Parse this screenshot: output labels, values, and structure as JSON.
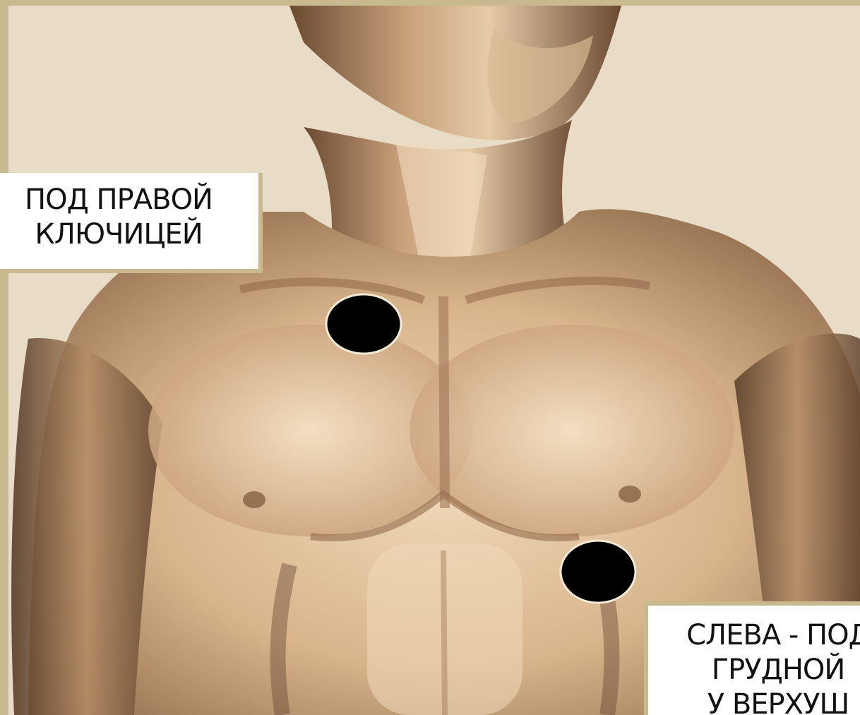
{
  "labels": {
    "right_clavicle": [
      "ПОД  ПРАВОЙ",
      "КЛЮЧИЦЕЙ"
    ],
    "left": [
      "СЛЕВА - ПОД",
      "ГРУДНОЙ",
      "У ВЕРХУШ"
    ]
  },
  "markers": [
    "electrode-right-subclavian",
    "electrode-left-apex"
  ],
  "colors": {
    "frame": "#c9b98e",
    "background": "#e9dcc6",
    "skin_light": "#f0d9b8",
    "skin_mid": "#c9a27a",
    "skin_dark": "#6b4a32",
    "marker": "#000000",
    "marker_ring": "#f3ead6"
  }
}
